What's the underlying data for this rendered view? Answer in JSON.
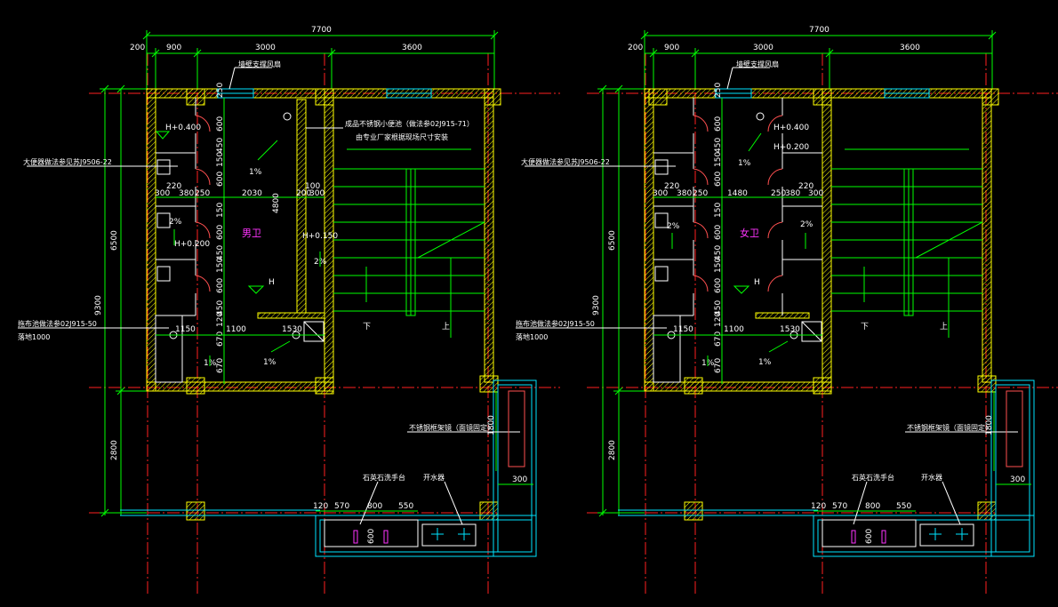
{
  "plans": [
    {
      "id": "mens",
      "room_name": "男卫",
      "dim_total": "7700",
      "dim_top": [
        "200",
        "900",
        "3000",
        "3600"
      ],
      "dim_left_outer": "9300",
      "dim_left_upper": "6500",
      "dim_left_lower": "2800",
      "dim_vertical_stack": [
        "250",
        "600",
        "450",
        "150",
        "600",
        "150",
        "600",
        "450",
        "150",
        "600",
        "450",
        "120",
        "670",
        "670"
      ],
      "dim_row1": [
        "300",
        "380",
        "250",
        "2030",
        "200",
        "300"
      ],
      "dim_row2": [
        "220",
        "100"
      ],
      "dim_misc": [
        "4800",
        "1150",
        "1100",
        "1530",
        "1800",
        "300"
      ],
      "dim_bottom": [
        "120",
        "570",
        "800",
        "550",
        "600"
      ],
      "levels": [
        "H+0.400",
        "H+0.200",
        "H+0.150",
        "H"
      ],
      "slopes": [
        "1%",
        "2%",
        "2%",
        "1%",
        "1%"
      ],
      "notes": {
        "top_callout": "墙壁支撑风扇",
        "partition_note": "成品不锈钢小便池（做法参02J915-71）",
        "partition_note2": "由专业厂家根据现场尺寸安装",
        "left_note1": "大便器做法参见苏J9506-22",
        "left_note2": "拖布池做法参02J915-50",
        "left_note3": "落地1000",
        "mirror_note": "不锈钢框架镜（面镜固定）",
        "basin_note": "石英石洗手台",
        "tap_note": "开水器",
        "stair_down": "下",
        "stair_up": "上"
      }
    },
    {
      "id": "womens",
      "room_name": "女卫",
      "dim_total": "7700",
      "dim_top": [
        "200",
        "900",
        "3000",
        "3600"
      ],
      "dim_left_outer": "9300",
      "dim_left_upper": "6500",
      "dim_left_lower": "2800",
      "dim_vertical_stack": [
        "250",
        "600",
        "450",
        "150",
        "600",
        "150",
        "600",
        "450",
        "150",
        "600",
        "450",
        "120",
        "670",
        "670"
      ],
      "dim_row1": [
        "300",
        "380",
        "250",
        "1480",
        "250",
        "380",
        "300"
      ],
      "dim_row2": [
        "220",
        "220"
      ],
      "dim_misc": [
        "1150",
        "1100",
        "1530",
        "1800",
        "300"
      ],
      "dim_bottom": [
        "120",
        "570",
        "800",
        "550",
        "600"
      ],
      "levels": [
        "H+0.400",
        "H+0.200",
        "H"
      ],
      "slopes": [
        "1%",
        "2%",
        "2%",
        "1%",
        "1%"
      ],
      "notes": {
        "top_callout": "墙壁支撑风扇",
        "left_note1": "大便器做法参见苏J9506-22",
        "left_note2": "拖布池做法参02J915-50",
        "left_note3": "落地1000",
        "mirror_note": "不锈钢框架镜（面镜固定）",
        "basin_note": "石英石洗手台",
        "tap_note": "开水器",
        "stair_down": "下",
        "stair_up": "上"
      }
    }
  ],
  "colors": {
    "background": "#000000",
    "wall_hatch": "#ffff00",
    "dimension": "#00ff00",
    "axis": "#ff0000",
    "text": "#ffffff",
    "window": "#00ffff",
    "room_label": "#ff33ff",
    "fixture": "#ffff00"
  }
}
